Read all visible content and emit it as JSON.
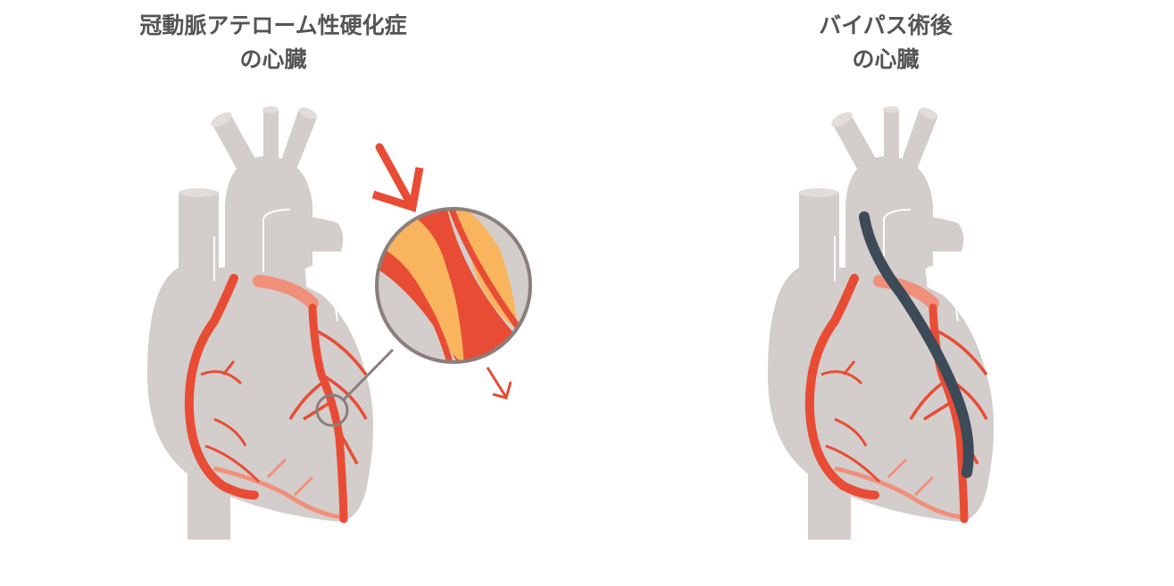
{
  "panels": [
    {
      "title_line1": "冠動脈アテローム性硬化症",
      "title_line2": "の心臓"
    },
    {
      "title_line1": "バイパス術後",
      "title_line2": "の心臓"
    }
  ],
  "colors": {
    "heart": "#d3cdcb",
    "artery": "#e84c35",
    "artery_back": "#f0907a",
    "plaque": "#f8b55e",
    "graft": "#3d4a57",
    "lens_border": "#8a7f7c",
    "title": "#555555"
  }
}
